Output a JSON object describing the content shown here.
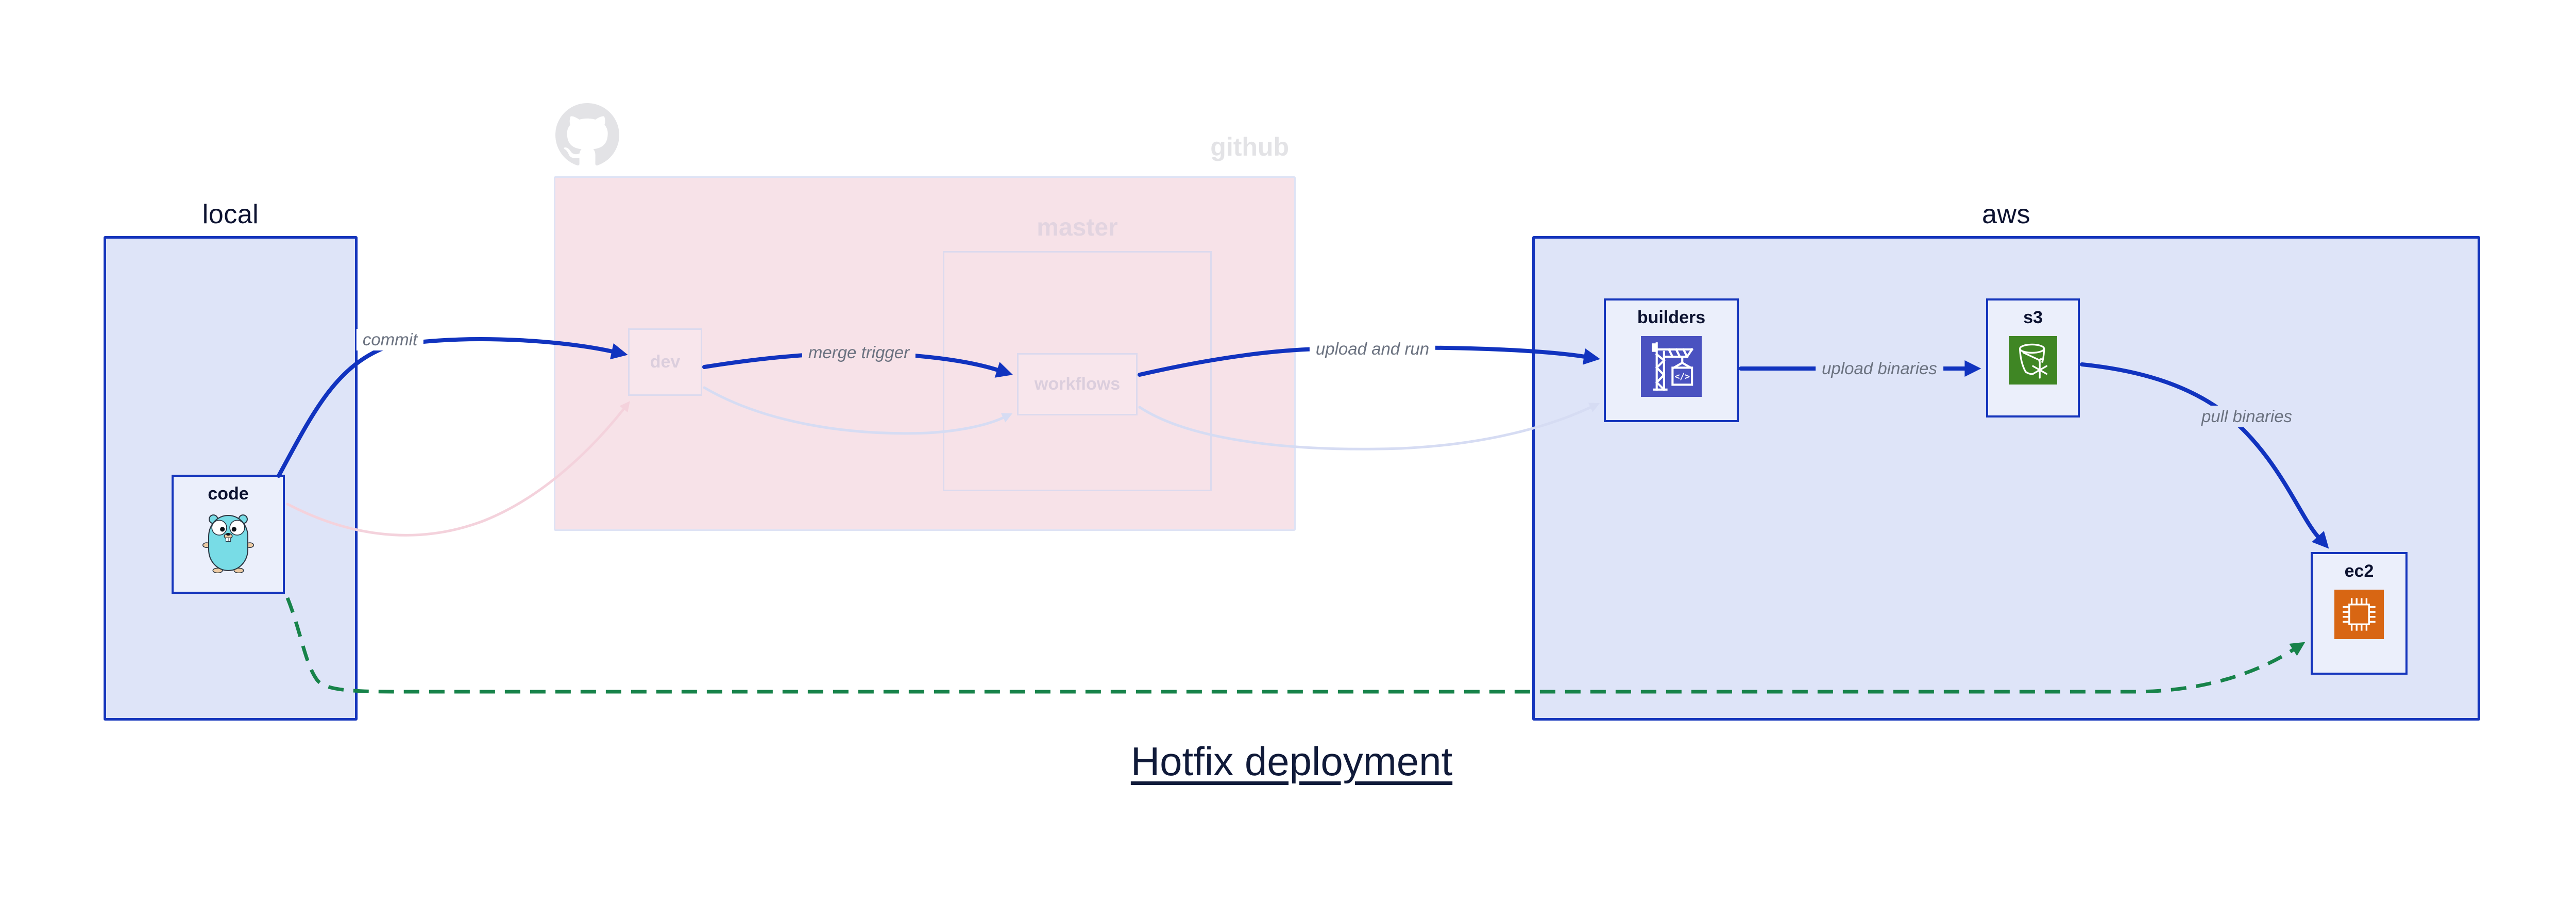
{
  "title": {
    "text": "Hotfix deployment"
  },
  "regions": {
    "local": {
      "label": "local"
    },
    "github": {
      "label": "github",
      "master_label": "master"
    },
    "aws": {
      "label": "aws"
    }
  },
  "nodes": {
    "code": {
      "label": "code"
    },
    "dev": {
      "label": "dev"
    },
    "workflows": {
      "label": "workflows"
    },
    "builders": {
      "label": "builders",
      "icon_glyph": "</>"
    },
    "s3": {
      "label": "s3"
    },
    "ec2": {
      "label": "ec2"
    }
  },
  "edges": {
    "commit": {
      "label": "commit"
    },
    "merge_trigger": {
      "label": "merge trigger"
    },
    "upload_and_run": {
      "label": "upload and run"
    },
    "upload_binaries": {
      "label": "upload binaries"
    },
    "pull_binaries": {
      "label": "pull binaries"
    }
  },
  "icons": {
    "github_logo": "github-octocat-logo",
    "code": "go-gopher",
    "builders": "aws-codebuild-crane",
    "s3": "aws-s3-glacier-bucket",
    "ec2": "aws-ec2-chip"
  },
  "colors": {
    "canvas_bg": "#ffffff",
    "region_fill": "#dee4f8",
    "region_border": "#1535bc",
    "card_fill": "#ebeffb",
    "node_text": "#0c1230",
    "title_text": "#101a39",
    "edge_blue": "#1133bf",
    "edge_green": "#17834a",
    "edge_label_text": "#6b7280",
    "edge_ghost_pink": "#f4d2dc",
    "edge_ghost_lavender": "#d6dcf3",
    "github_fill": "#f7e2e8",
    "github_border": "#dee3f5",
    "ghost_card_fill": "#f8e6ec",
    "ghost_border": "#dcdaee",
    "ghost_text": "#dbcedd",
    "ghost_master_text": "#e2d4e0",
    "ghost_gray": "#e3e3e6",
    "icon_codebuild_bg": "#4a52c0",
    "icon_s3_bg": "#3f8624",
    "icon_ec2_bg": "#d86613",
    "gopher_body": "#78dce6",
    "gopher_skin": "#edcba4"
  }
}
